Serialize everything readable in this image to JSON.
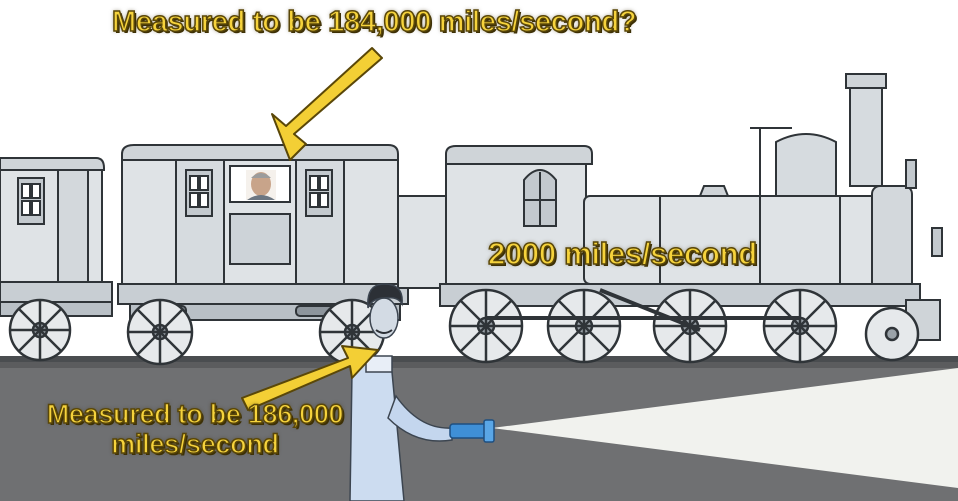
{
  "captions": {
    "passenger_measure": "Measured to be 184,000 miles/second?",
    "train_speed": "2000 miles/second",
    "ground_measure": "Measured to be 186,000 miles/second"
  },
  "colors": {
    "caption_text": "#f6d33c",
    "caption_outline": "#5a4708",
    "arrow_fill": "#f3cf35",
    "train_body": "#dfe3e6",
    "train_line": "#2f3438",
    "ground": "#6e6f71",
    "light_beam": "#f2f3ee",
    "person_body": "#ccdcf0",
    "flashlight": "#3f8fd6"
  },
  "icons": {
    "passenger_face": "portrait-icon",
    "flashlight": "flashlight-icon"
  }
}
